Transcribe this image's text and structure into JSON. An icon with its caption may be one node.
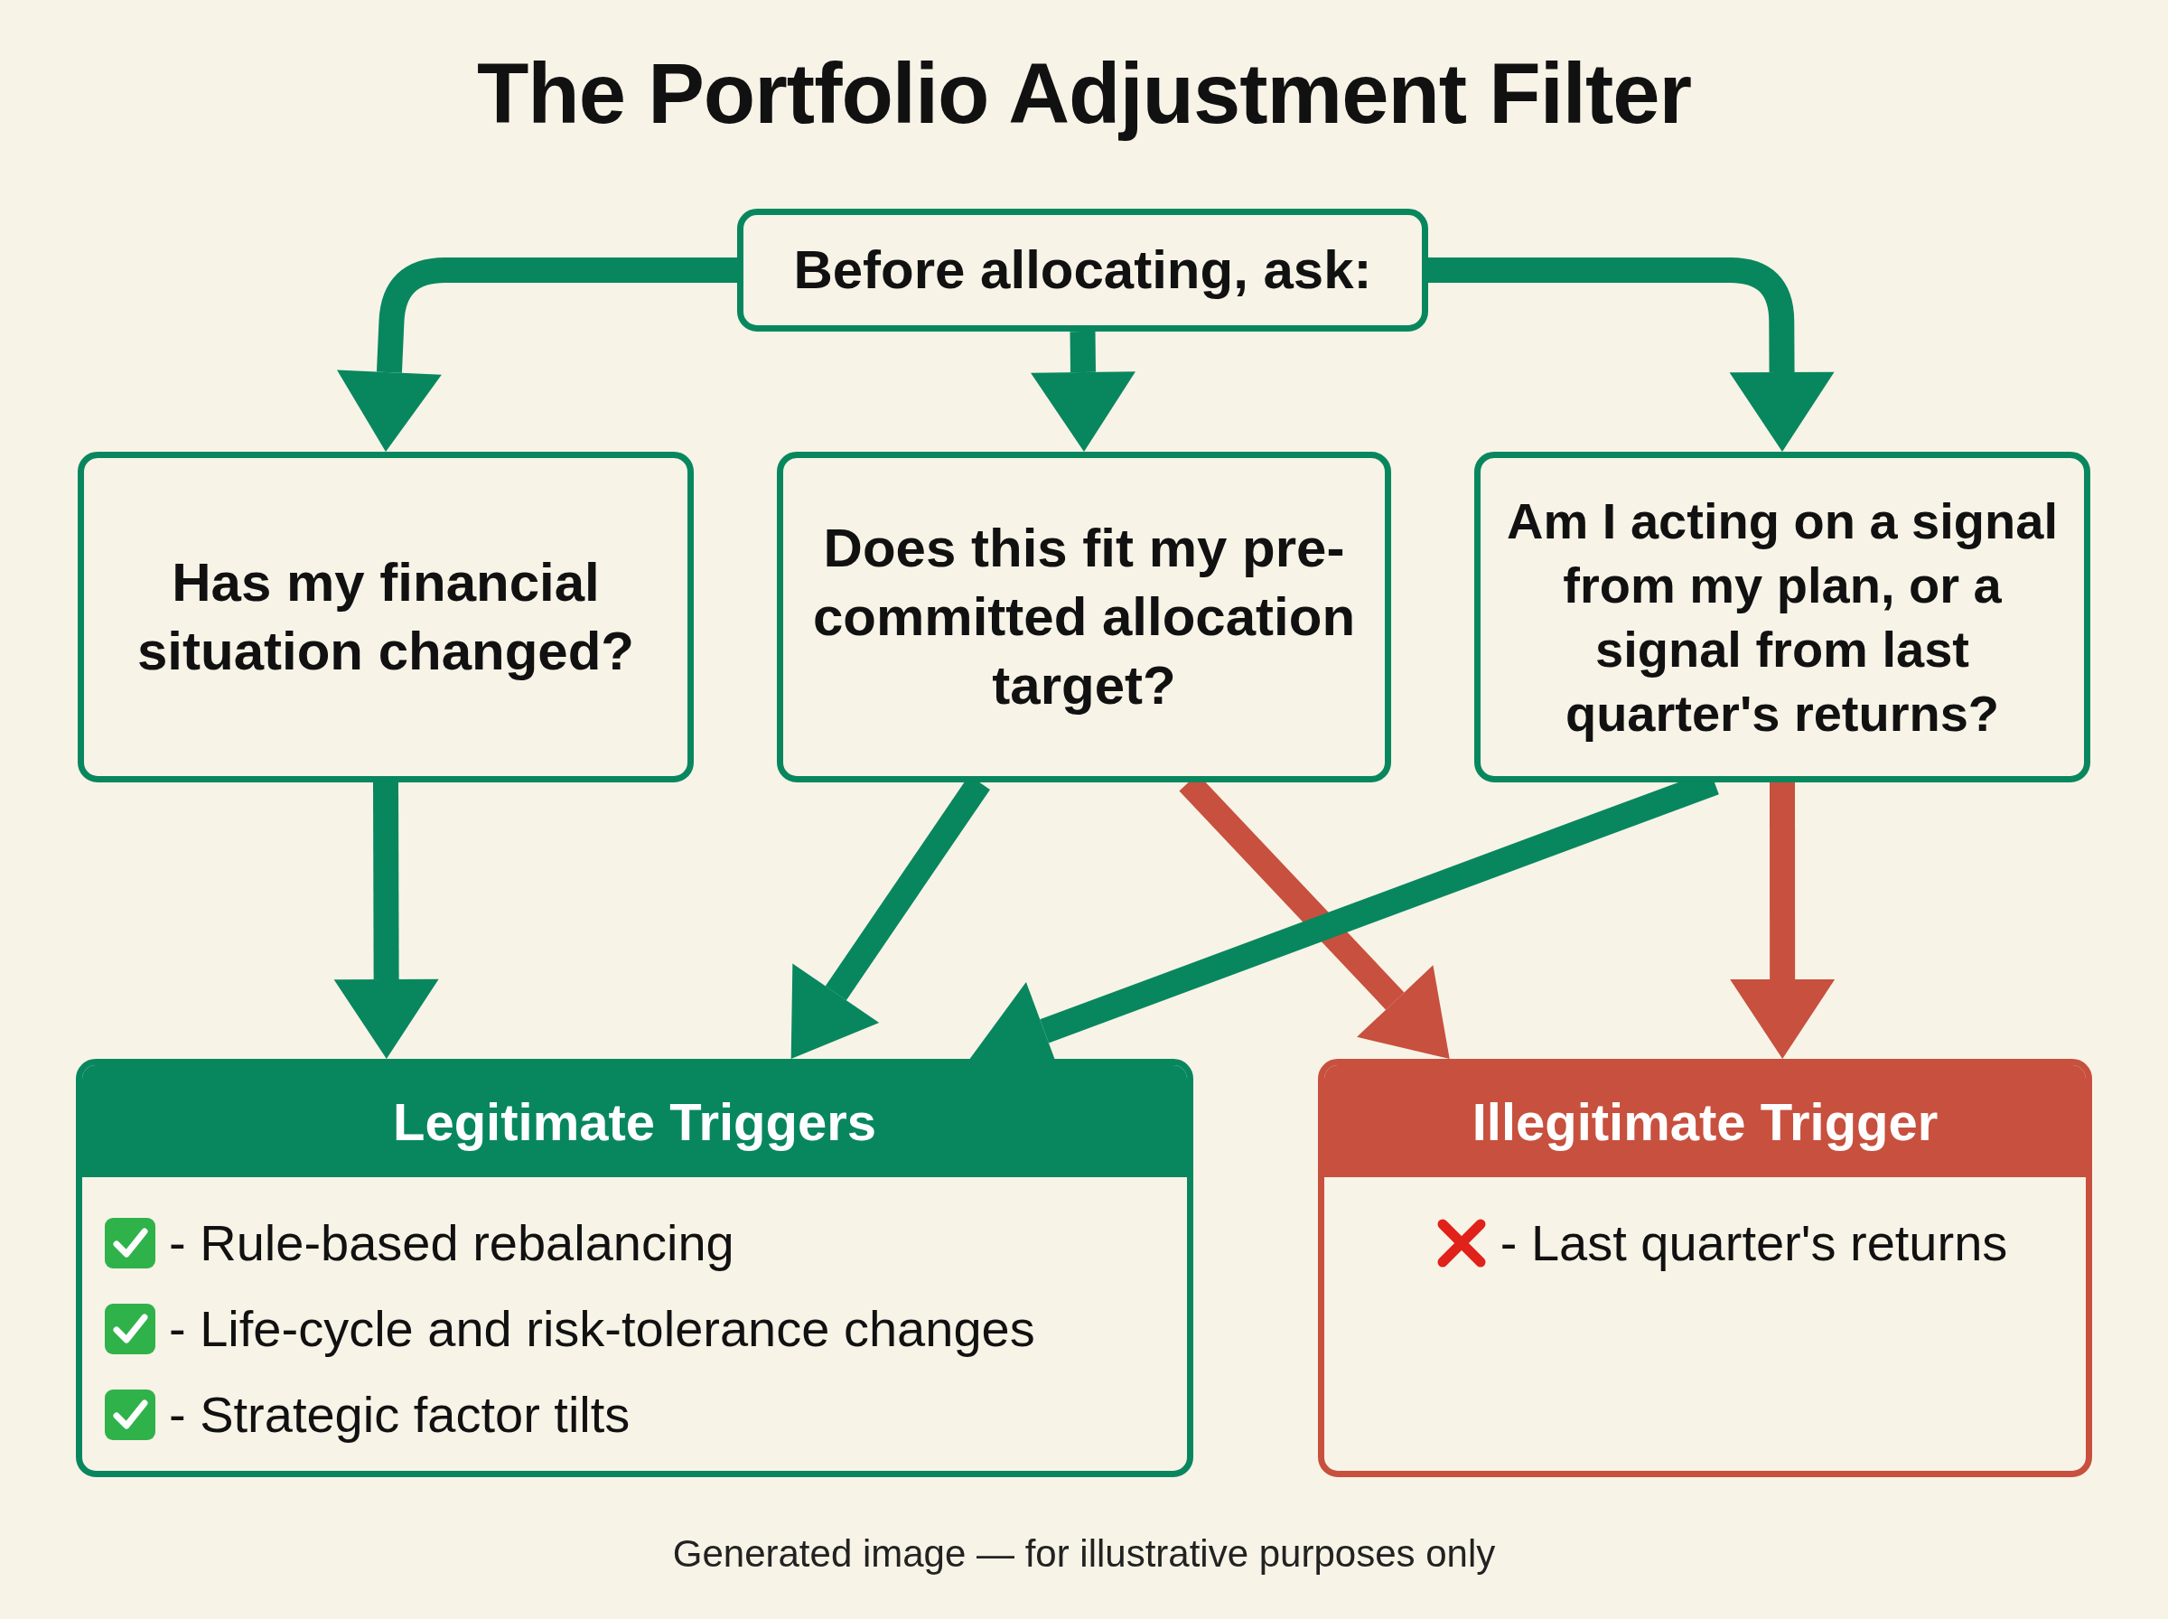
{
  "diagram": {
    "title": "The Portfolio Adjustment Filter",
    "caption": "Generated image — for illustrative purposes only",
    "nodes": [
      {
        "text": [
          "Before allocating, ask:"
        ]
      },
      {
        "text": [
          "Has my financial situation changed?"
        ]
      },
      {
        "text": [
          "Does this fit my pre-committed allocation target?"
        ]
      },
      {
        "text": [
          "Am I acting on a signal from my plan, or a signal from last quarter's returns?"
        ]
      },
      {
        "text": [
          "Legitimate Triggers",
          "- Rule-based rebalancing",
          "- Life-cycle and risk-tolerance changes",
          "- Strategic factor tilts"
        ]
      },
      {
        "text": [
          "Illegitimate Trigger",
          "- Last quarter's returns"
        ]
      }
    ],
    "edges": [
      {
        "from": 0,
        "to": 1,
        "arrow": "to"
      },
      {
        "from": 0,
        "to": 2,
        "arrow": "to"
      },
      {
        "from": 0,
        "to": 3,
        "arrow": "to"
      },
      {
        "from": 1,
        "to": 4,
        "arrow": "to"
      },
      {
        "from": 2,
        "to": 4,
        "arrow": "to"
      },
      {
        "from": 2,
        "to": 5,
        "arrow": "to",
        "color": "#c8503e"
      },
      {
        "from": 3,
        "to": 4,
        "arrow": "to"
      },
      {
        "from": 3,
        "to": 5,
        "arrow": "to",
        "color": "#c8503e"
      }
    ]
  }
}
